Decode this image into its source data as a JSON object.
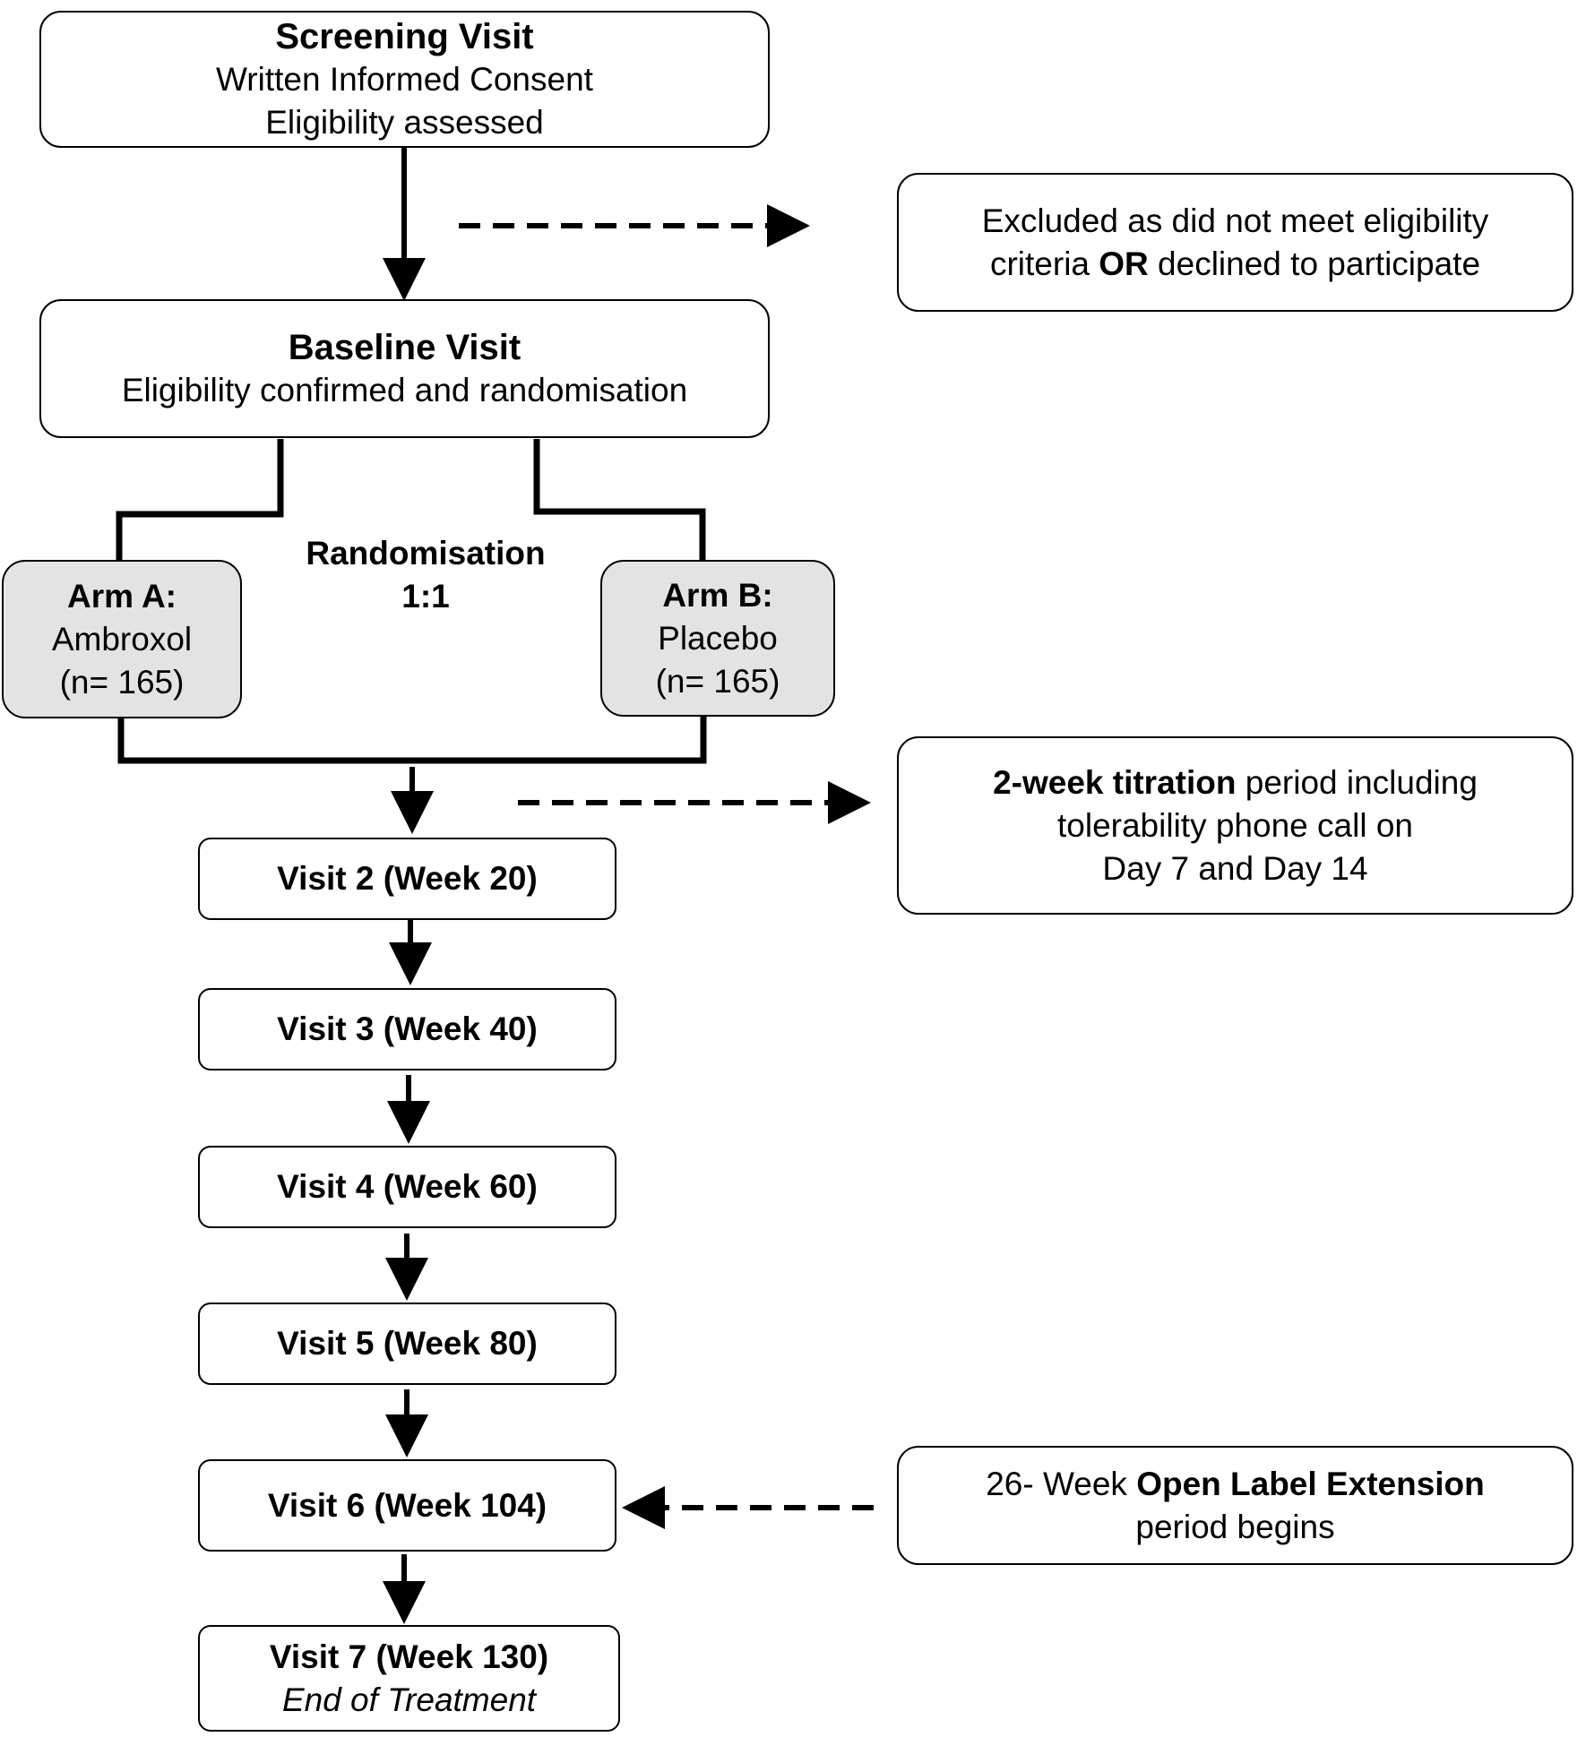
{
  "screening": {
    "title": "Screening Visit",
    "line1": "Written Informed Consent",
    "line2": "Eligibility assessed"
  },
  "excluded": {
    "line1": "Excluded as did not meet eligibility",
    "line2_prefix": "criteria ",
    "line2_bold": "OR",
    "line2_suffix": " declined to participate"
  },
  "baseline": {
    "title": "Baseline Visit",
    "line1": "Eligibility confirmed and randomisation"
  },
  "randomisation": {
    "line1": "Randomisation",
    "line2": "1:1"
  },
  "arm_a": {
    "title": "Arm A:",
    "drug": "Ambroxol",
    "n": "(n= 165)"
  },
  "arm_b": {
    "title": "Arm B:",
    "drug": "Placebo",
    "n": "(n= 165)"
  },
  "titration": {
    "bold": "2-week titration",
    "line1_suffix": " period including",
    "line2": "tolerability phone call on",
    "line3": "Day 7 and Day 14"
  },
  "visits": [
    {
      "label": "Visit 2 (Week 20)"
    },
    {
      "label": "Visit 3 (Week 40)"
    },
    {
      "label": "Visit 4 (Week 60)"
    },
    {
      "label": "Visit 5 (Week 80)"
    },
    {
      "label": "Visit 6 (Week 104)"
    },
    {
      "label": "Visit 7 (Week 130)",
      "subtitle": "End of Treatment"
    }
  ],
  "extension": {
    "prefix": "26- Week ",
    "bold": "Open Label Extension",
    "line2": "period begins"
  }
}
